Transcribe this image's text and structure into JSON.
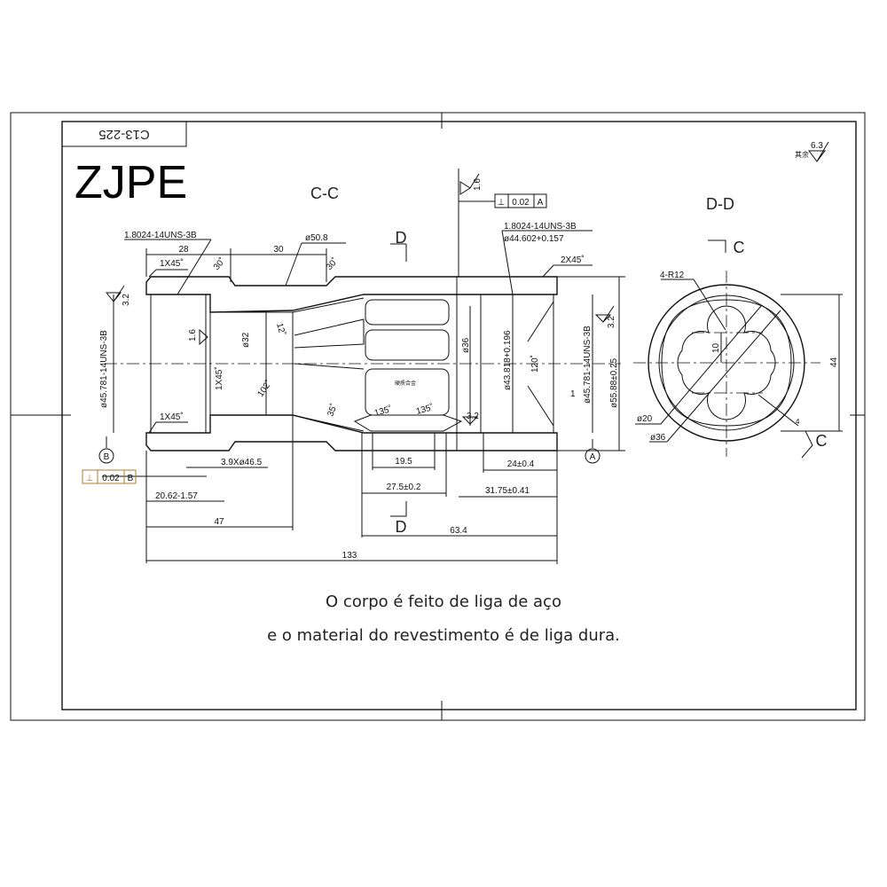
{
  "title_block": {
    "code": "C13-225"
  },
  "logo": "ZJPE",
  "views": {
    "section_cc": "C-C",
    "section_dd": "D-D"
  },
  "section_marks": {
    "d_top": "D",
    "d_bottom": "D",
    "c_top": "C",
    "c_bottom": "C"
  },
  "roughness": {
    "general_label": "其余",
    "general": "6.3",
    "r32_left": "3.2",
    "r16_left": "1.6",
    "r16_top": "1.6",
    "r32_right": "3.2",
    "r32_mid": "3.2"
  },
  "tolerances": {
    "perp_a": {
      "symbol": "⊥",
      "value": "0.02",
      "datum": "A"
    },
    "perp_b": {
      "symbol": "⊥",
      "value": "0.02",
      "datum": "B"
    },
    "datum_a": "A",
    "datum_b": "B"
  },
  "dimensions": {
    "thread_left": "1.8024-14UNS-3B",
    "d28": "28",
    "d30": "30",
    "d50_8": "ø50.8",
    "chamfer_1": "1X45˚",
    "chamfer_2": "1X45˚",
    "chamfer_3": "1X45˚",
    "angle30a": "30˚",
    "angle30b": "30˚",
    "angle12": "12˚",
    "angle102": "102˚",
    "angle35": "35˚",
    "d32": "ø32",
    "thread_dia_left": "ø45.781-14UNS-3B",
    "groove": "3.9Xø46.5",
    "d20_62": "20.62-1.57",
    "d47": "47",
    "d133": "133",
    "d19_5": "19.5",
    "d27_5": "27.5±0.2",
    "d63_4": "63.4",
    "d24": "24±0.4",
    "d31_75": "31.75±0.41",
    "thread_right": "1.8024-14UNS-3B",
    "minor_dia": "ø44.602+0.157",
    "chamfer_right": "2X45˚",
    "d36": "ø36",
    "d43_818": "ø43.818+0.196",
    "angle120": "120˚",
    "d1": "1",
    "thread_dia_right": "ø45.781-14UNS-3B",
    "d55_88": "ø55.88±0.25",
    "angle135a": "135˚",
    "angle135b": "135˚",
    "coating_label": "硬质合金",
    "r12": "4-R12",
    "d10": "10",
    "d44": "44",
    "dd20": "ø20",
    "dd36": "ø36",
    "d4": "4"
  },
  "caption": {
    "line1": "O corpo é feito de liga de aço",
    "line2": "e o material do revestimento é de liga dura."
  }
}
